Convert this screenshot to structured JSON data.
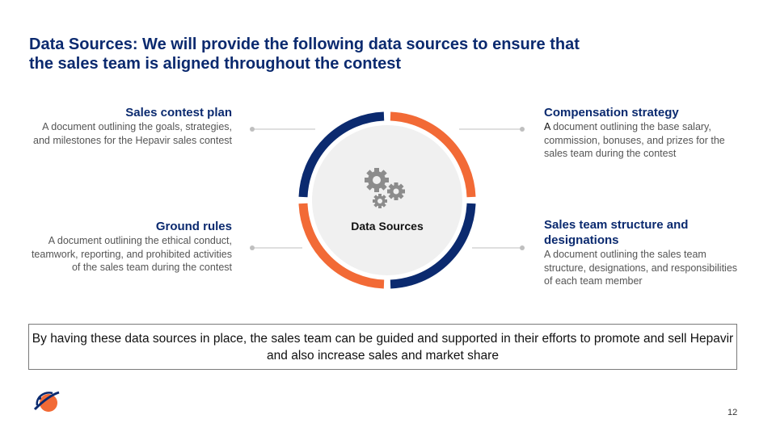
{
  "title": {
    "line1": "Data Sources: We will provide the following data sources to ensure that",
    "line2": "the sales team is aligned throughout the contest"
  },
  "center": {
    "label": "Data Sources",
    "icon": "gears-icon"
  },
  "items": {
    "sales_contest_plan": {
      "heading": "Sales contest plan",
      "description": "A document outlining the goals, strategies, and milestones for the Hepavir sales contest"
    },
    "compensation_strategy": {
      "heading": "Compensation strategy",
      "description_lead": "A",
      "description_rest": " document outlining the base salary, commission, bonuses, and prizes for the sales team during the contest"
    },
    "ground_rules": {
      "heading": "Ground rules",
      "description": "A document outlining the ethical conduct, teamwork, reporting, and prohibited activities of the sales team during the contest"
    },
    "sales_team_structure": {
      "heading": "Sales team structure and designations",
      "description": "A document outlining the sales team structure, designations, and responsibilities of each team member"
    }
  },
  "conclusion": "By having these data sources in place, the sales team can be guided and supported in their efforts to promote and sell Hepavir and also increase sales and market share",
  "page_number": "12",
  "colors": {
    "navy": "#0b2a6f",
    "orange": "#f26a36",
    "circle_fill": "#f0f0f0",
    "connector": "#bfbfbf"
  }
}
